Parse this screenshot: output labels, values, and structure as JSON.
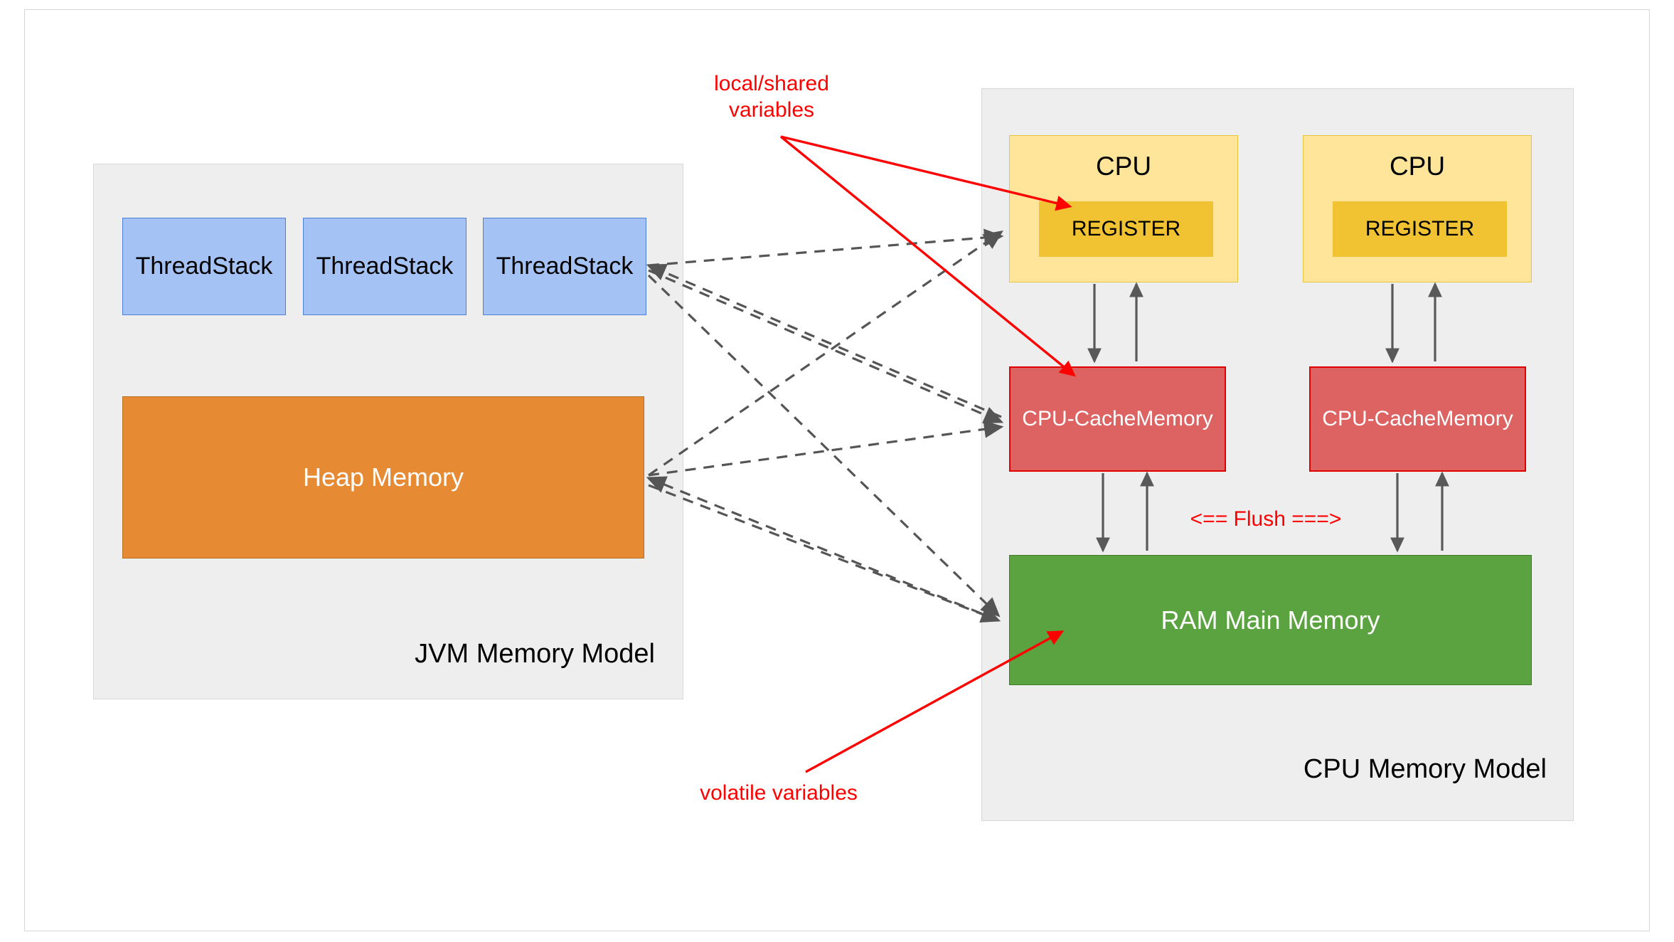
{
  "diagram": {
    "title": "JVM Memory Model and CPU Memory Model",
    "background": "#ffffff"
  },
  "jvm_panel": {
    "title": "JVM Memory Model",
    "fill": "#eeeeee",
    "thread_stacks": [
      {
        "label": "Thread\nStack"
      },
      {
        "label": "Thread\nStack"
      },
      {
        "label": "Thread\nStack"
      }
    ],
    "heap": {
      "label": "Heap Memory",
      "fill": "#e68a33",
      "text_color": "#ffffff"
    }
  },
  "cpu_panel": {
    "title": "CPU Memory Model",
    "fill": "#eeeeee",
    "cpus": [
      {
        "label": "CPU",
        "register_label": "REGISTER",
        "fill": "#ffe599",
        "register_fill": "#f1c232"
      },
      {
        "label": "CPU",
        "register_label": "REGISTER",
        "fill": "#ffe599",
        "register_fill": "#f1c232"
      }
    ],
    "caches": [
      {
        "label": "CPU-Cache\nMemory",
        "fill": "#dd6363",
        "border": "#e00000",
        "text_color": "#ffffff"
      },
      {
        "label": "CPU-Cache\nMemory",
        "fill": "#dd6363",
        "border": "#e00000",
        "text_color": "#ffffff"
      }
    ],
    "ram": {
      "label": "RAM Main Memory",
      "fill": "#5ba340",
      "text_color": "#ffffff"
    }
  },
  "annotations": {
    "local_shared": {
      "label": "local/shared\nvariables",
      "color": "#ff0000"
    },
    "volatile": {
      "label": "volatile variables",
      "color": "#ff0000"
    },
    "flush": {
      "label": "<== Flush ===>",
      "color": "#ff0000"
    }
  },
  "connectors": {
    "dashed_color": "#555555",
    "solid_color": "#595959",
    "red_color": "#ff0000"
  }
}
